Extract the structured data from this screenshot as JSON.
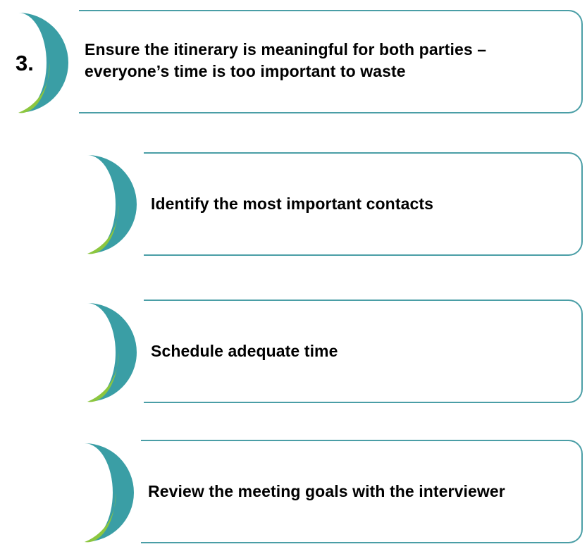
{
  "steps": [
    {
      "number": "3.",
      "text_lines": [
        "Ensure the itinerary is meaningful for both parties –",
        "everyone’s time is too important to waste"
      ]
    },
    {
      "number": "",
      "text_lines": [
        "Identify the most important contacts"
      ]
    },
    {
      "number": "",
      "text_lines": [
        "Schedule adequate time"
      ]
    },
    {
      "number": "",
      "text_lines": [
        "Review the meeting goals with the interviewer"
      ]
    }
  ],
  "colors": {
    "arc_teal": "#3a9ea5",
    "arc_green": "#8cc63f",
    "box_border": "#4a9ea6"
  },
  "icons": [
    "arc-bracket-icon"
  ]
}
